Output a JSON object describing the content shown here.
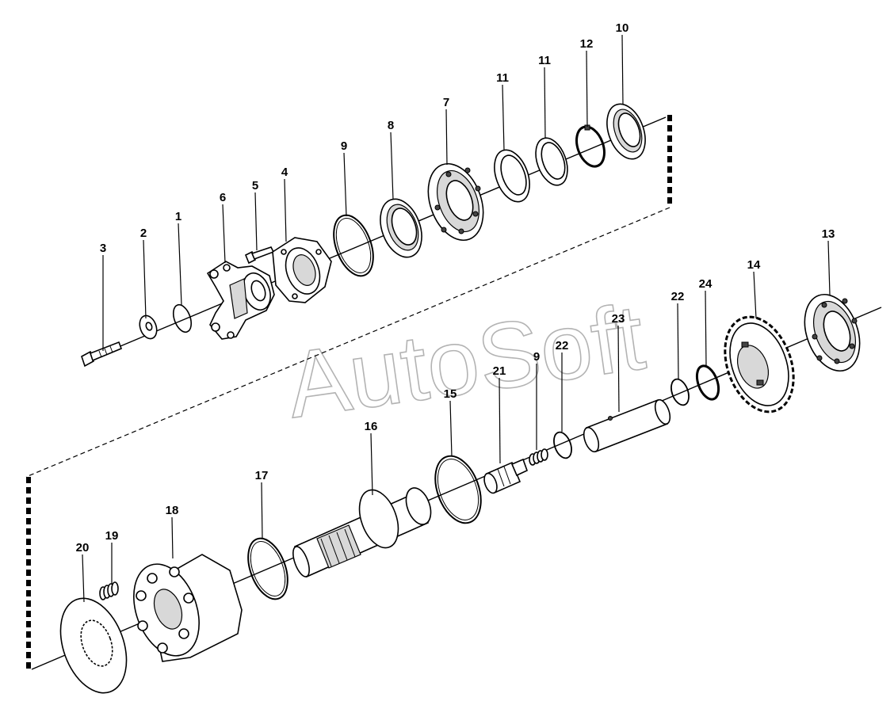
{
  "watermark": "AutoSoft",
  "callouts": [
    {
      "id": "c3",
      "label": "3"
    },
    {
      "id": "c2",
      "label": "2"
    },
    {
      "id": "c1",
      "label": "1"
    },
    {
      "id": "c6",
      "label": "6"
    },
    {
      "id": "c5",
      "label": "5"
    },
    {
      "id": "c4",
      "label": "4"
    },
    {
      "id": "c9a",
      "label": "9"
    },
    {
      "id": "c8",
      "label": "8"
    },
    {
      "id": "c7",
      "label": "7"
    },
    {
      "id": "c11a",
      "label": "11"
    },
    {
      "id": "c11b",
      "label": "11"
    },
    {
      "id": "c12",
      "label": "12"
    },
    {
      "id": "c10",
      "label": "10"
    },
    {
      "id": "c13",
      "label": "13"
    },
    {
      "id": "c14",
      "label": "14"
    },
    {
      "id": "c24",
      "label": "24"
    },
    {
      "id": "c22a",
      "label": "22"
    },
    {
      "id": "c23",
      "label": "23"
    },
    {
      "id": "c22b",
      "label": "22"
    },
    {
      "id": "c9b",
      "label": "9"
    },
    {
      "id": "c21",
      "label": "21"
    },
    {
      "id": "c15",
      "label": "15"
    },
    {
      "id": "c16",
      "label": "16"
    },
    {
      "id": "c17",
      "label": "17"
    },
    {
      "id": "c18",
      "label": "18"
    },
    {
      "id": "c19",
      "label": "19"
    },
    {
      "id": "c20",
      "label": "20"
    }
  ],
  "icons": {
    "bolt": "bolt-icon",
    "washer": "washer-icon",
    "o_ring": "o-ring-icon",
    "yoke": "yoke-icon",
    "bearing": "bearing-icon",
    "gear": "gear-icon",
    "shaft": "shaft-icon",
    "spring": "spring-icon"
  }
}
